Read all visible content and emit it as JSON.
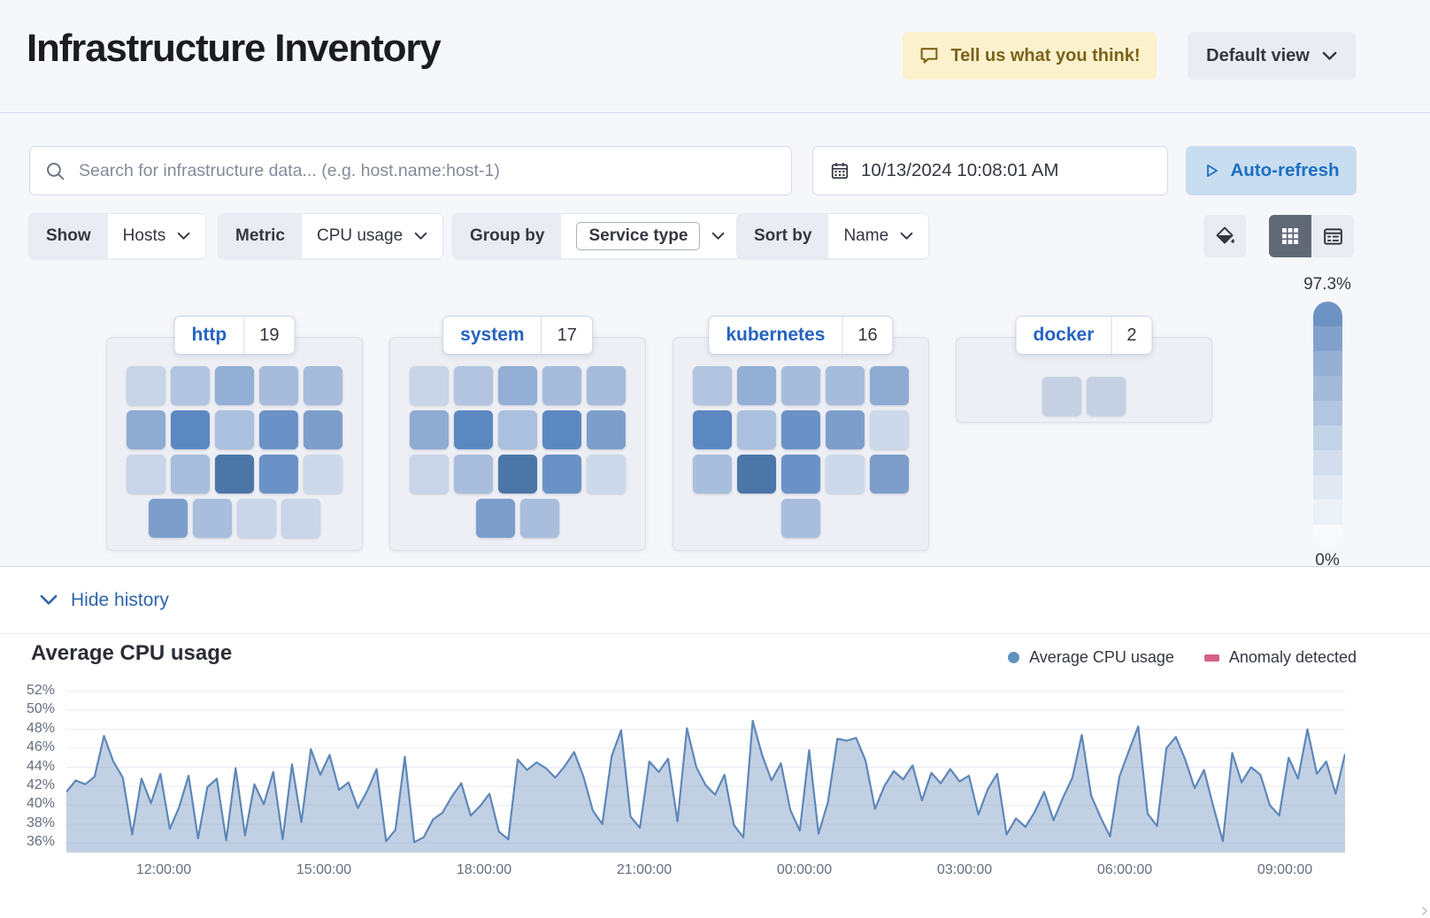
{
  "header": {
    "title": "Infrastructure Inventory",
    "feedback_button": "Tell us what you think!",
    "view_dropdown": "Default view"
  },
  "toolbar": {
    "search_placeholder": "Search for infrastructure data... (e.g. host.name:host-1)",
    "datetime": "10/13/2024 10:08:01 AM",
    "auto_refresh": "Auto-refresh"
  },
  "filters": {
    "show_label": "Show",
    "show_value": "Hosts",
    "metric_label": "Metric",
    "metric_value": "CPU usage",
    "group_by_label": "Group by",
    "group_by_value": "Service type",
    "sort_by_label": "Sort by",
    "sort_by_value": "Name"
  },
  "legend_scale": {
    "max_label": "97.3%",
    "min_label": "0%",
    "steps": [
      "#6d93c4",
      "#81a1cc",
      "#96b0d5",
      "#a3bada",
      "#b2c5e1",
      "#c2d2e7",
      "#d2dded",
      "#e0e8f3",
      "#ecf1f8",
      "#f7f9fc"
    ]
  },
  "groups": [
    {
      "name": "http",
      "count": "19",
      "rows": [
        [
          "#c8d4e7",
          "#b2c4e0",
          "#93afd5",
          "#a7bcdc",
          "#a7bcdc"
        ],
        [
          "#8eabd2",
          "#5c88c1",
          "#abc0de",
          "#6a92c6",
          "#7d9ecb"
        ],
        [
          "#c9d5e8",
          "#a9bedd",
          "#4c76a8",
          "#6a92c6",
          "#cdd9ea"
        ],
        [
          "#7d9ecb",
          "#a9bedd",
          "#c9d5e8",
          "#c9d5e8"
        ]
      ]
    },
    {
      "name": "system",
      "count": "17",
      "rows": [
        [
          "#c8d4e7",
          "#b2c4e0",
          "#93afd5",
          "#a7bcdc",
          "#a7bcdc"
        ],
        [
          "#8eabd2",
          "#5c88c1",
          "#abc0de",
          "#5c88c1",
          "#7d9ecb"
        ],
        [
          "#c9d5e8",
          "#a9bedd",
          "#4c76a8",
          "#6a92c6",
          "#cdd9ea"
        ],
        [
          "#7d9ecb",
          "#a9bedd"
        ]
      ]
    },
    {
      "name": "kubernetes",
      "count": "16",
      "rows": [
        [
          "#b2c4e0",
          "#93afd5",
          "#a7bcdc",
          "#a7bcdc",
          "#8eabd2"
        ],
        [
          "#5c88c1",
          "#abc0de",
          "#6a92c6",
          "#7d9ecb",
          "#cdd9ea"
        ],
        [
          "#a9bedd",
          "#4c76a8",
          "#6a92c6",
          "#cdd9ea",
          "#7d9ecb"
        ],
        [
          "#a9bedd"
        ]
      ]
    },
    {
      "name": "docker",
      "count": "2",
      "rows": [
        [
          "#c5d1e3",
          "#c5d1e3"
        ]
      ]
    }
  ],
  "history": {
    "toggle_label": "Hide history"
  },
  "chart_data": {
    "type": "area",
    "title": "Average CPU usage",
    "legend": [
      {
        "label": "Average CPU usage",
        "color": "#6092c0",
        "marker": "dot"
      },
      {
        "label": "Anomaly detected",
        "color": "#d36086",
        "marker": "bar"
      }
    ],
    "line_color": "#5e87b8",
    "fill_color": "rgba(109,144,190,0.42)",
    "grid_color": "#e8ebf2",
    "ylim": [
      35,
      53
    ],
    "y_ticks": [
      "52%",
      "50%",
      "48%",
      "46%",
      "44%",
      "42%",
      "40%",
      "38%",
      "36%"
    ],
    "x_ticks": [
      "12:00:00",
      "15:00:00",
      "18:00:00",
      "21:00:00",
      "00:00:00",
      "03:00:00",
      "06:00:00",
      "09:00:00"
    ],
    "series": [
      {
        "name": "Average CPU usage",
        "values": [
          41.4,
          42.6,
          42.2,
          43.0,
          47.3,
          44.6,
          42.9,
          36.9,
          42.8,
          40.2,
          43.3,
          37.5,
          39.8,
          43.1,
          36.5,
          41.9,
          42.8,
          36.3,
          43.9,
          36.8,
          42.2,
          40.1,
          43.5,
          36.4,
          44.3,
          38.2,
          45.9,
          43.2,
          45.3,
          41.6,
          42.4,
          39.7,
          41.5,
          43.8,
          36.2,
          37.4,
          45.1,
          36.1,
          36.6,
          38.5,
          39.2,
          40.9,
          42.3,
          38.9,
          39.9,
          41.2,
          37.2,
          36.4,
          44.8,
          43.7,
          44.5,
          43.9,
          42.9,
          44.1,
          45.6,
          43.0,
          39.4,
          38.0,
          45.2,
          47.9,
          38.8,
          37.6,
          44.6,
          43.5,
          44.9,
          38.3,
          48.1,
          44.0,
          42.1,
          41.1,
          43.2,
          37.9,
          36.6,
          48.9,
          45.3,
          42.6,
          44.4,
          39.5,
          37.3,
          45.8,
          37.0,
          40.3,
          47.0,
          46.8,
          47.1,
          44.7,
          39.6,
          42.0,
          43.6,
          42.7,
          44.2,
          40.5,
          43.4,
          42.3,
          43.8,
          42.5,
          43.1,
          39.0,
          41.7,
          43.3,
          36.9,
          38.6,
          37.7,
          39.3,
          41.4,
          38.4,
          40.8,
          42.9,
          47.4,
          41.0,
          38.7,
          36.7,
          43.0,
          45.7,
          48.3,
          39.1,
          37.8,
          46.0,
          47.2,
          44.8,
          41.8,
          43.7,
          39.8,
          36.2,
          45.5,
          42.4,
          44.0,
          43.2,
          40.0,
          38.9,
          45.0,
          42.8,
          48.0,
          43.3,
          44.6,
          41.2,
          45.4
        ]
      }
    ]
  }
}
